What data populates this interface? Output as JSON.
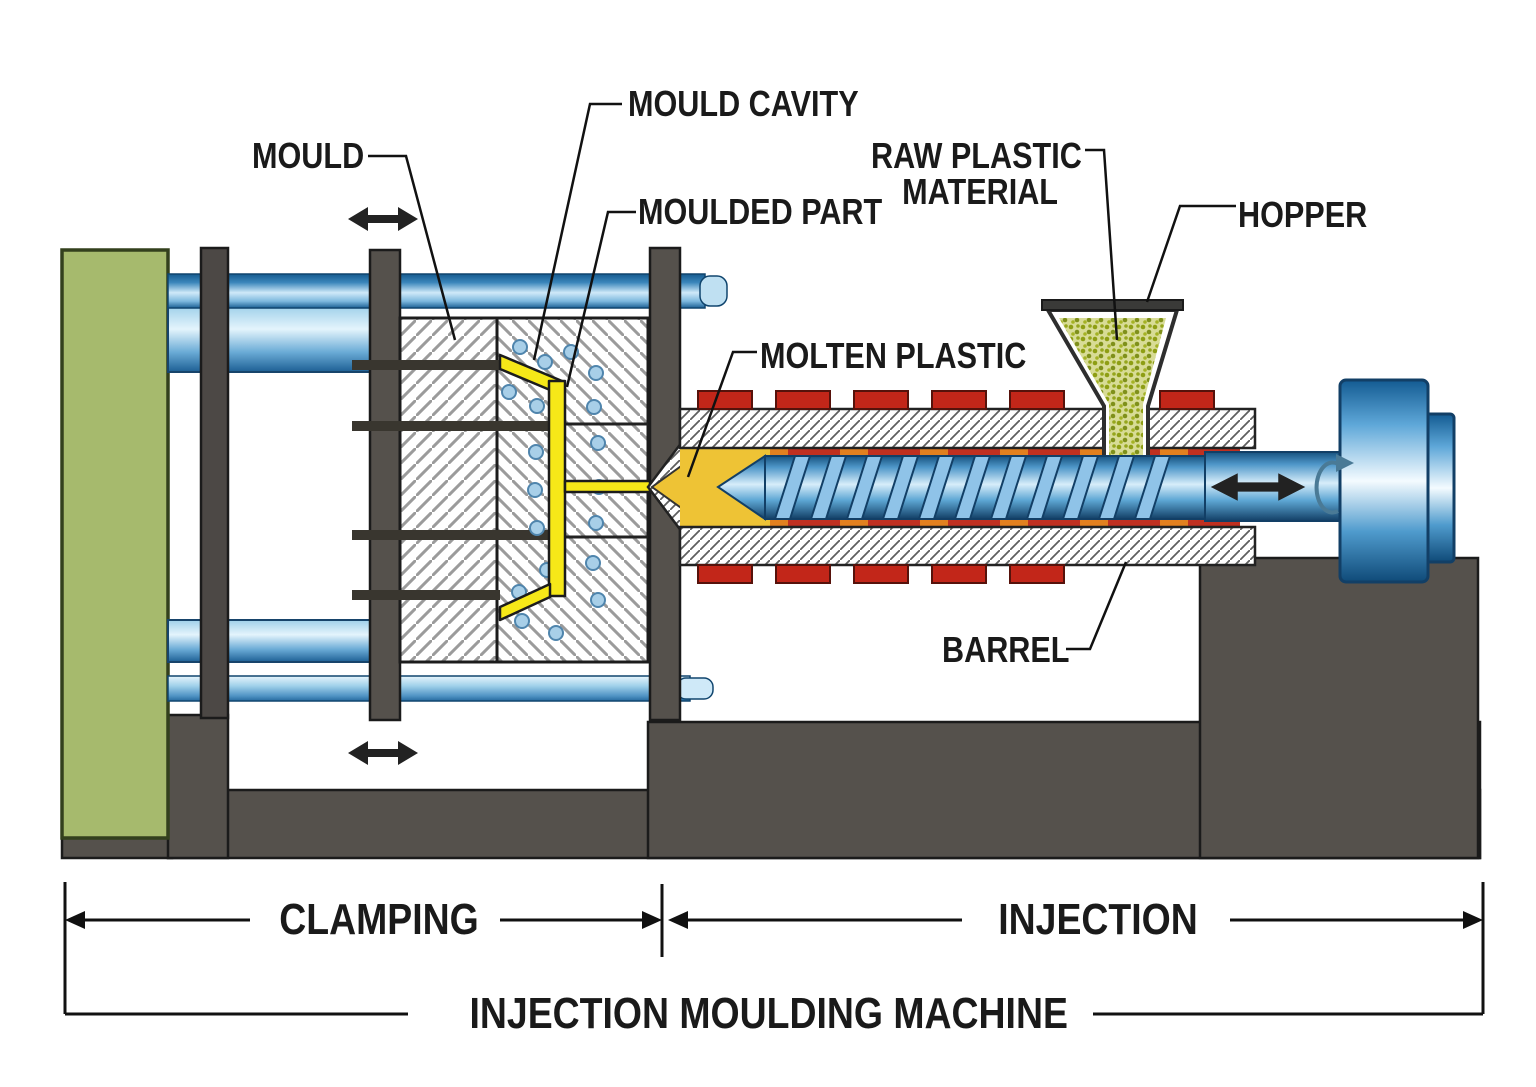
{
  "diagram": {
    "labels": {
      "mould_cavity": "MOULD CAVITY",
      "mould": "MOULD",
      "moulded_part": "MOULDED PART",
      "raw_plastic_line1": "RAW PLASTIC",
      "raw_plastic_line2": "MATERIAL",
      "hopper": "HOPPER",
      "molten_plastic": "MOLTEN PLASTIC",
      "barrel": "BARREL"
    },
    "dimensions": {
      "clamping": "CLAMPING",
      "injection": "INJECTION",
      "machine": "INJECTION MOULDING MACHINE"
    },
    "colors": {
      "background": "#ffffff",
      "base_dark": "#55514c",
      "stationary_plate_green": "#a6ba6d",
      "tie_bar_blue": "#3b86bb",
      "screw_blue": "#4f97c9",
      "heater_red": "#c22619",
      "barrel_lining_orange": "#e2801f",
      "molten_gold": "#eec335",
      "moulded_part_yellow": "#f6e818",
      "pellet_olive": "#8e9e14",
      "label_text": "#1a1a1a"
    },
    "icons": {
      "move_arrows": "double-arrow-icon",
      "rotation": "rotate-arrow-icon"
    }
  }
}
